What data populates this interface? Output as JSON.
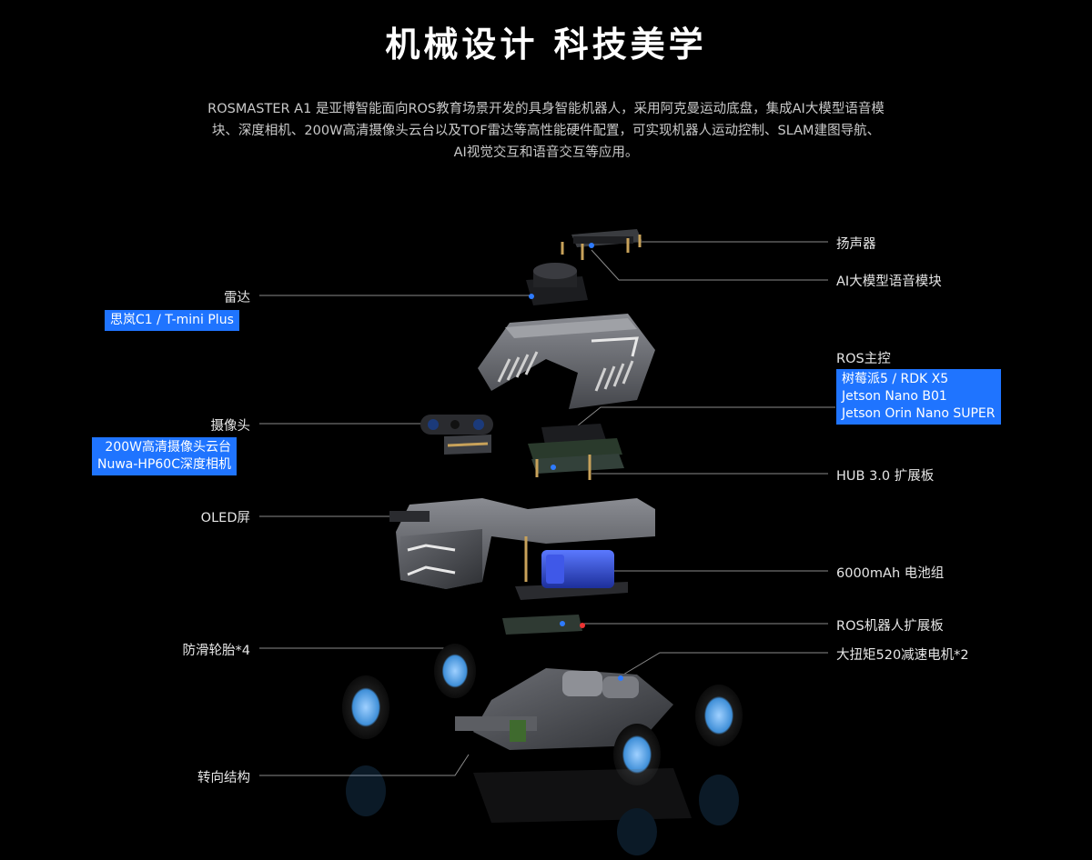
{
  "title": "机械设计 科技美学",
  "description": [
    "ROSMASTER A1 是亚博智能面向ROS教育场景开发的具身智能机器人，采用阿克曼运动底盘，集成AI大模型语音模",
    "块、深度相机、200W高清摄像头云台以及TOF雷达等高性能硬件配置，可实现机器人运动控制、SLAM建图导航、",
    "AI视觉交互和语音交互等应用。"
  ],
  "left_labels": {
    "lidar": {
      "label": "雷达",
      "badge": [
        "思岚C1 / T-mini Plus"
      ]
    },
    "camera": {
      "label": "摄像头",
      "badge": [
        "200W高清摄像头云台",
        "Nuwa-HP60C深度相机"
      ]
    },
    "oled": {
      "label": "OLED屏"
    },
    "tires": {
      "label": "防滑轮胎*4"
    },
    "steering": {
      "label": "转向结构"
    }
  },
  "right_labels": {
    "speaker": {
      "label": "扬声器"
    },
    "ai_module": {
      "label": "AI大模型语音模块"
    },
    "ros_master": {
      "label": "ROS主控",
      "badge": [
        "树莓派5 / RDK X5",
        "Jetson Nano B01",
        "Jetson Orin Nano SUPER"
      ]
    },
    "hub": {
      "label": "HUB 3.0 扩展板"
    },
    "battery": {
      "label": "6000mAh 电池组"
    },
    "ros_board": {
      "label": "ROS机器人扩展板"
    },
    "motor": {
      "label": "大扭矩520减速电机*2"
    }
  },
  "colors": {
    "background": "#000000",
    "badge": "#1f74ff",
    "leader_line": "#8a8a8a",
    "metal": "#5e6066",
    "wheel_blue": "#3f8fd8",
    "battery_blue": "#2a48c8"
  }
}
